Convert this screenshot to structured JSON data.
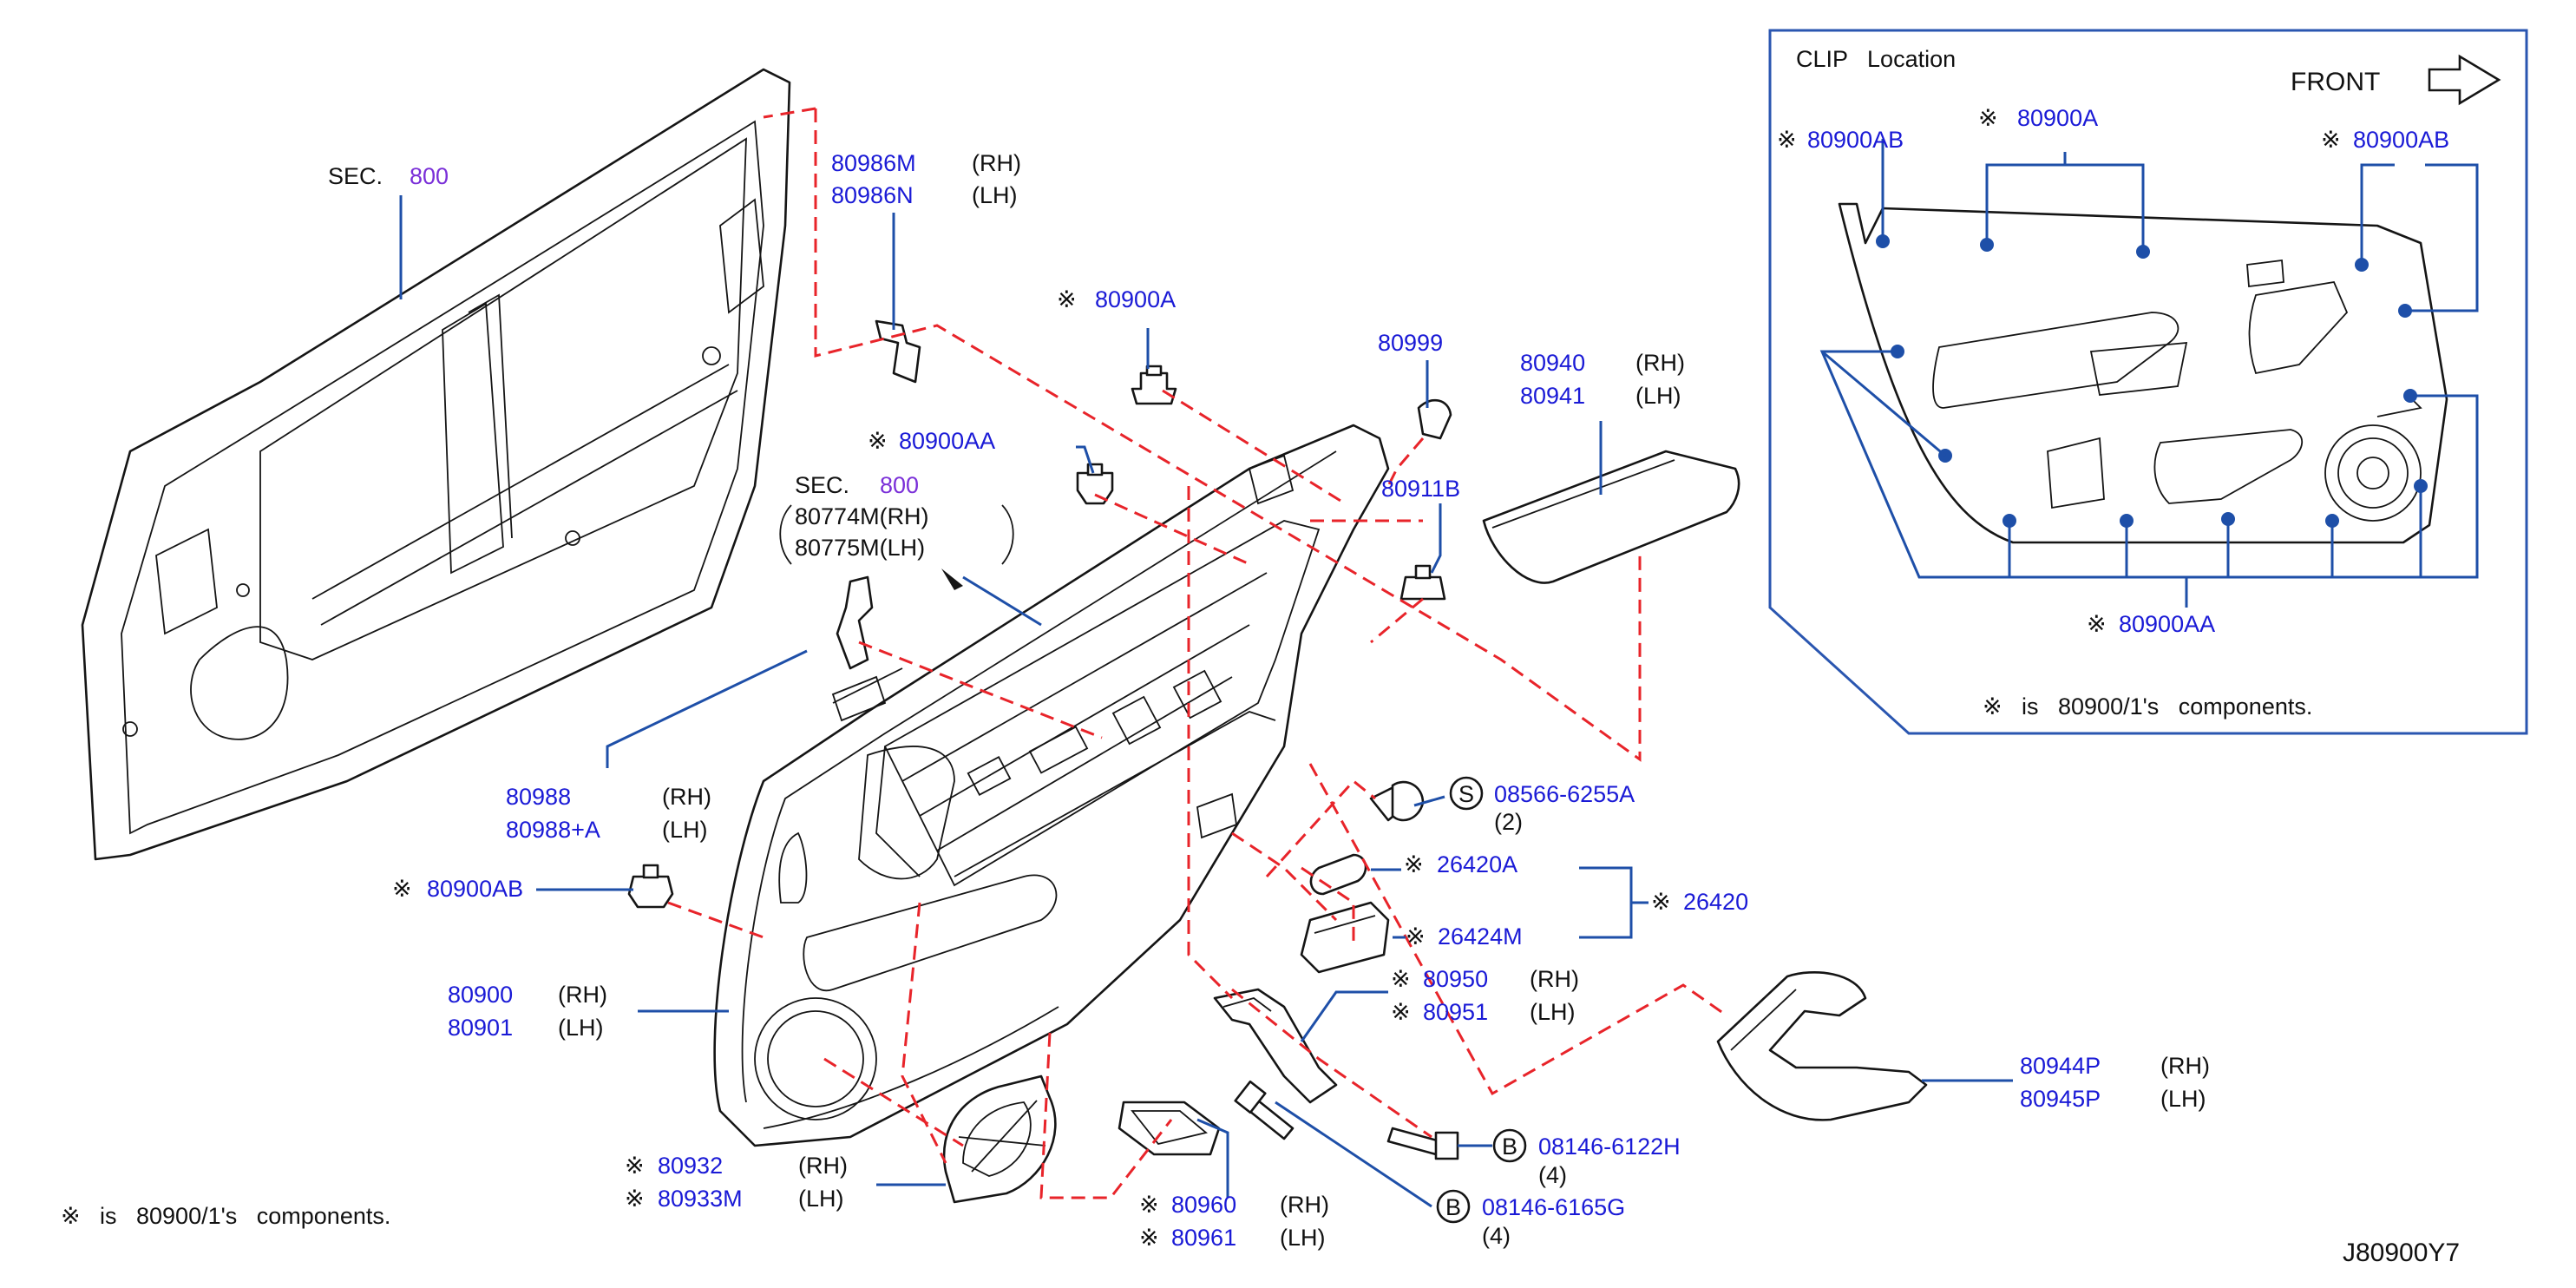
{
  "diagram_code": "J80900Y7",
  "footnote": {
    "symbol": "※",
    "text": "is   80900/1's   components."
  },
  "section_ref": {
    "prefix": "SEC.",
    "number": "800"
  },
  "section_ref2": {
    "prefix": "SEC.",
    "number": "800",
    "parts": [
      "80774M(RH)",
      "80775M(LH)"
    ]
  },
  "callouts": {
    "c80986": {
      "lines": [
        "80986M",
        "80986N"
      ],
      "sides": [
        "(RH)",
        "(LH)"
      ]
    },
    "c80900A": {
      "mark": "※",
      "part": "80900A"
    },
    "c80999": {
      "part": "80999"
    },
    "c80940": {
      "lines": [
        "80940",
        "80941"
      ],
      "sides": [
        "(RH)",
        "(LH)"
      ]
    },
    "c80900AA": {
      "mark": "※",
      "part": "80900AA"
    },
    "c80911B": {
      "part": "80911B"
    },
    "c80988": {
      "lines": [
        "80988",
        "80988+A"
      ],
      "sides": [
        "(RH)",
        "(LH)"
      ]
    },
    "c08566": {
      "symbol": "S",
      "part": "08566-6255A",
      "qty": "(2)"
    },
    "c26420A": {
      "mark": "※",
      "part": "26420A"
    },
    "c26424M": {
      "mark": "※",
      "part": "26424M"
    },
    "c26420": {
      "mark": "※",
      "part": "26420"
    },
    "c80900AB": {
      "mark": "※",
      "part": "80900AB"
    },
    "c80900": {
      "lines": [
        "80900",
        "80901"
      ],
      "sides": [
        "(RH)",
        "(LH)"
      ]
    },
    "c80950": {
      "marks": [
        "※",
        "※"
      ],
      "lines": [
        "80950",
        "80951"
      ],
      "sides": [
        "(RH)",
        "(LH)"
      ]
    },
    "c80944": {
      "lines": [
        "80944P",
        "80945P"
      ],
      "sides": [
        "(RH)",
        "(LH)"
      ]
    },
    "c08146H": {
      "symbol": "B",
      "part": "08146-6122H",
      "qty": "(4)"
    },
    "c08146G": {
      "symbol": "B",
      "part": "08146-6165G",
      "qty": "(4)"
    },
    "c80932": {
      "marks": [
        "※",
        "※"
      ],
      "lines": [
        "80932",
        "80933M"
      ],
      "sides": [
        "(RH)",
        "(LH)"
      ]
    },
    "c80960": {
      "marks": [
        "※",
        "※"
      ],
      "lines": [
        "80960",
        "80961"
      ],
      "sides": [
        "(RH)",
        "(LH)"
      ]
    }
  },
  "clip_box": {
    "title": "CLIP   Location",
    "front_label": "FRONT",
    "label_ab_left": {
      "mark": "※",
      "part": "80900AB"
    },
    "label_a": {
      "mark": "※",
      "part": "80900A"
    },
    "label_ab_right": {
      "mark": "※",
      "part": "80900AB"
    },
    "label_aa_bottom": {
      "mark": "※",
      "part": "80900AA"
    },
    "footnote": {
      "symbol": "※",
      "text": "is   80900/1's   components."
    }
  },
  "colors": {
    "part_number": "#1a1ad6",
    "section_number": "#7a2fd8",
    "leader": "#1e4fa8",
    "phantom": "#e8242a",
    "frame": "#2a56b0"
  }
}
